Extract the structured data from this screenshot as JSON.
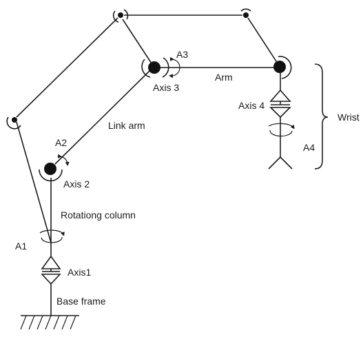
{
  "labels": {
    "a1": "A1",
    "a2": "A2",
    "a3": "A3",
    "a4": "A4",
    "axis1": "Axis1",
    "axis2": "Axis 2",
    "axis3": "Axis 3",
    "axis4": "Axis 4",
    "arm": "Arm",
    "link_arm": "Link arm",
    "rotating_column": "Rotationg column",
    "wrist": "Wrist",
    "base_frame": "Base frame"
  }
}
